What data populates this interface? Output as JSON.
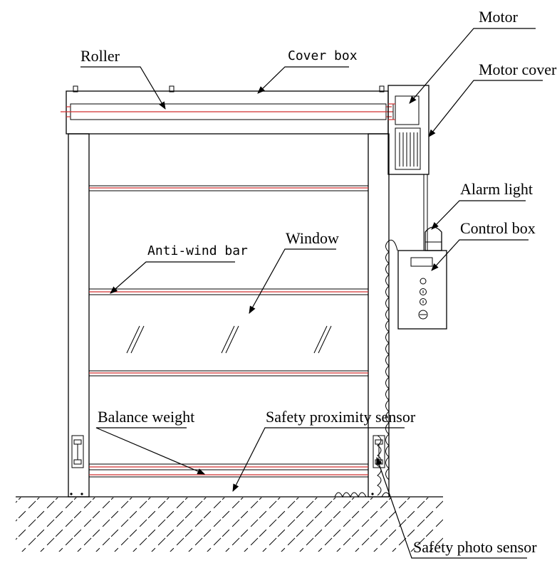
{
  "labels": {
    "motor": "Motor",
    "roller": "Roller",
    "cover_box": "Cover box",
    "motor_cover": "Motor cover",
    "alarm_light": "Alarm light",
    "control_box": "Control box",
    "anti_wind_bar": "Anti-wind bar",
    "window": "Window",
    "balance_weight": "Balance weight",
    "safety_proximity_sensor": "Safety proximity sensor",
    "safety_photo_sensor": "Safety photo sensor"
  },
  "colors": {
    "line": "#000000",
    "accent": "#d23030",
    "background": "#ffffff"
  }
}
